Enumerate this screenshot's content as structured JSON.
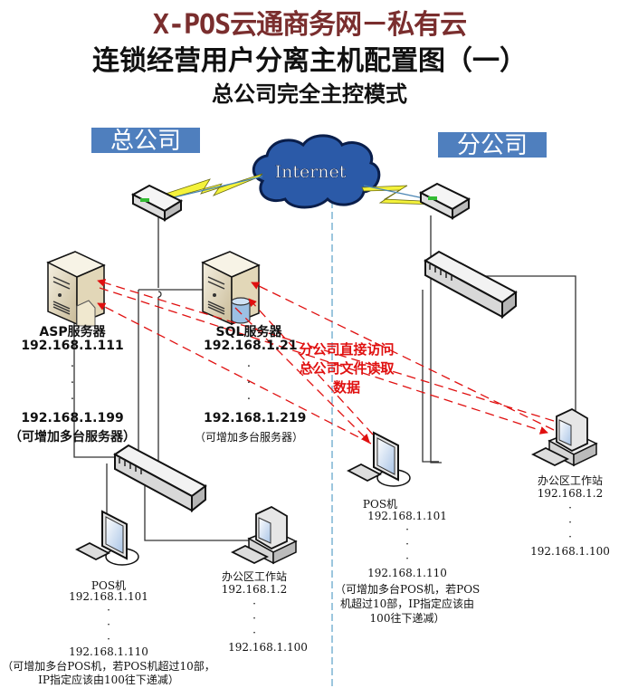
{
  "header": {
    "title": "X-POS云通商务网－私有云",
    "subtitle": "连锁经营用户分离主机配置图（一）",
    "mode": "总公司完全主控模式"
  },
  "sites": {
    "hq": "总公司",
    "branch": "分公司"
  },
  "cloud": {
    "label": "Internet"
  },
  "colors": {
    "title": "#7a2e2e",
    "site_badge": "#4f7fbe",
    "cloud": "#2b5aa8",
    "arrow": "#e01010"
  },
  "hq": {
    "asp_server": {
      "name": "ASP服务器",
      "ip_start": "192.168.1.111",
      "dots": [
        "·",
        "·",
        "·"
      ],
      "ip_end": "192.168.1.199",
      "note": "（可增加多台服务器）"
    },
    "sql_server": {
      "name": "SQL服务器",
      "ip_start": "192.168.1.21",
      "dots": [
        "·",
        "·",
        "·"
      ],
      "ip_end": "192.168.1.219",
      "note": "（可增加多台服务器）"
    },
    "pos": {
      "name": "POS机",
      "ip_start": "192.168.1.101",
      "dots": [
        "·",
        "·",
        "·"
      ],
      "ip_end": "192.168.1.110",
      "note_lines": [
        "（可增加多台POS机，若POS机超过10部，",
        "IP指定应该由100往下递减）"
      ]
    },
    "workstation": {
      "name": "办公区工作站",
      "ip_start": "192.168.1.2",
      "dots": [
        "·",
        "·",
        "·"
      ],
      "ip_end": "192.168.1.100"
    }
  },
  "branch": {
    "pos": {
      "name": "POS机",
      "ip_start": "192.168.1.101",
      "dots": [
        "·",
        "·",
        "·"
      ],
      "ip_end": "192.168.1.110",
      "note_lines": [
        "（可增加多台POS机，若POS",
        "机超过10部，IP指定应该由",
        "100往下递减）"
      ]
    },
    "workstation": {
      "name": "办公区工作站",
      "ip_start": "192.168.1.2",
      "dots": [
        "·",
        "·",
        "·"
      ],
      "ip_end": "192.168.1.100"
    }
  },
  "annotation": {
    "lines": [
      "分公司直接访问",
      "总公司文件读取",
      "数据"
    ]
  }
}
